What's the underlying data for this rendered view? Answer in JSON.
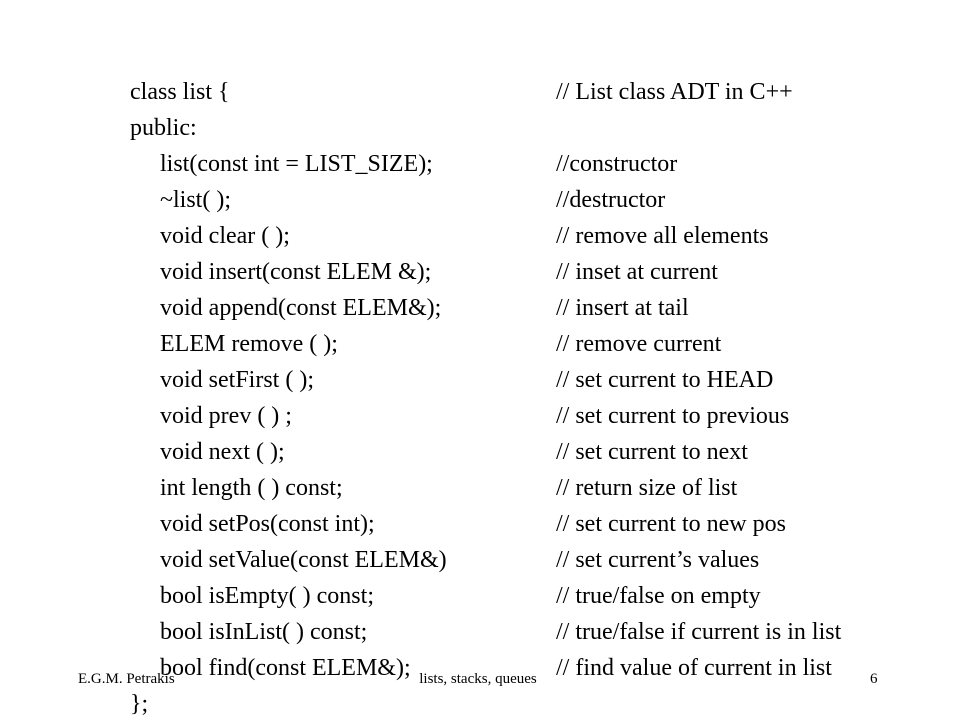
{
  "slide": {
    "lines": [
      {
        "code": "class list {",
        "comment": "// List class ADT in C++",
        "indent": 0
      },
      {
        "code": "public:",
        "comment": "",
        "indent": 0
      },
      {
        "code": "list(const int = LIST_SIZE);",
        "comment": "//constructor",
        "indent": 1
      },
      {
        "code": "~list( );",
        "comment": "//destructor",
        "indent": 1
      },
      {
        "code": "void clear ( );",
        "comment": "// remove all elements",
        "indent": 1
      },
      {
        "code": "void insert(const ELEM &);",
        "comment": "// inset at current",
        "indent": 1
      },
      {
        "code": "void append(const ELEM&);",
        "comment": "// insert at tail",
        "indent": 1
      },
      {
        "code": "ELEM remove ( );",
        "comment": "// remove current",
        "indent": 1
      },
      {
        "code": "void setFirst ( );",
        "comment": "// set current to HEAD",
        "indent": 1
      },
      {
        "code": "void prev ( ) ;",
        "comment": "// set current to previous",
        "indent": 1
      },
      {
        "code": "void next ( );",
        "comment": "// set current to next",
        "indent": 1
      },
      {
        "code": "int length ( ) const;",
        "comment": "// return size of list",
        "indent": 1
      },
      {
        "code": "void setPos(const int);",
        "comment": "// set current to new pos",
        "indent": 1
      },
      {
        "code": "void setValue(const ELEM&)",
        "comment": "// set current’s values",
        "indent": 1
      },
      {
        "code": "bool isEmpty( ) const;",
        "comment": "// true/false on empty",
        "indent": 1
      },
      {
        "code": "bool isInList( ) const;",
        "comment": "// true/false if current is in list",
        "indent": 1
      },
      {
        "code": "bool find(const ELEM&);",
        "comment": "// find value of current in list",
        "indent": 1
      },
      {
        "code": "};",
        "comment": "",
        "indent": 0
      }
    ]
  },
  "footer": {
    "author": "E.G.M. Petrakis",
    "topic": "lists, stacks, queues",
    "page_number": "6"
  }
}
